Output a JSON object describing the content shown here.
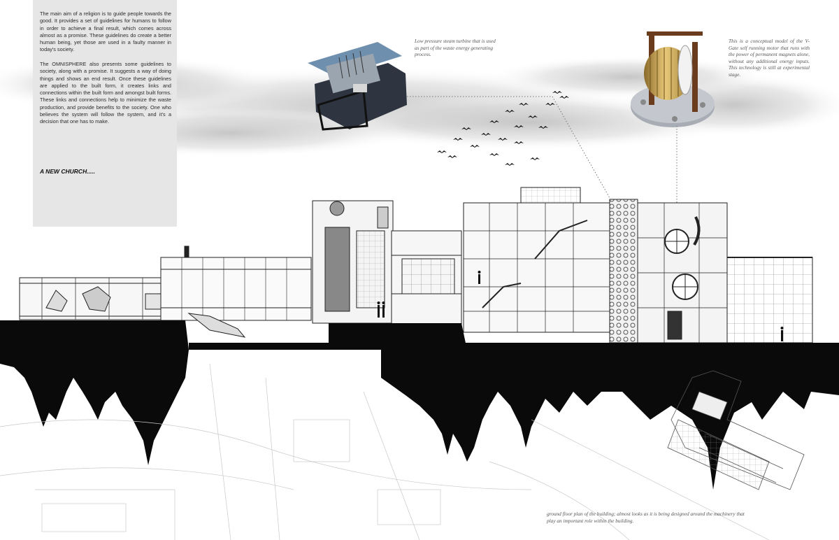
{
  "intro": {
    "paragraph_1": "The main aim of a religion is to guide people towards the good. It provides a set of guidelines for humans to follow in order to achieve a final result, which comes across almost as a promise. These guidelines do create a better human being, yet those are used in a faulty manner in today's society.",
    "paragraph_2": "The OMNISPHERE also presents some guidelines to society, along with a promise. It suggests a way of doing things and shows an end result. Once these guidelines are applied to the built form, it creates links and connections within the built form and amongst built forms. These links and connections help to minimize the waste production, and provide benefits to the society. One who believes the system will follow the system, and it's a decision that one has to make.",
    "heading": "A NEW CHURCH....."
  },
  "captions": {
    "turbine": "Low pressure steam turbine that is used as part of the waste energy generating process.",
    "motor": "This is a conceptual model of the V-Gate self running motor that runs with the power of permanent magnets alone, without any additional energy inputs. This technology is still at experimental stage.",
    "plan": "ground floor plan of the building; almost looks as it is being designed around the machinery that play an important role within the building."
  }
}
